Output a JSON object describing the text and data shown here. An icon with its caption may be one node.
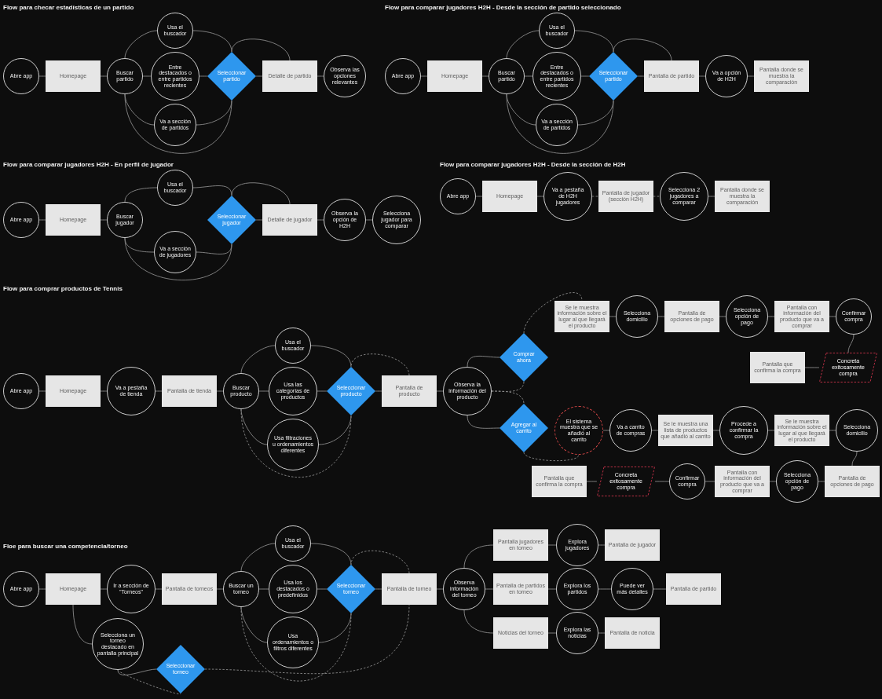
{
  "diagram": {
    "nodes": [
      {
        "text": [
          "Abre app"
        ]
      },
      {
        "text": [
          "Homepage"
        ]
      },
      {
        "text": [
          "Buscar partido"
        ]
      },
      {
        "text": [
          "Usa el buscador"
        ]
      },
      {
        "text": [
          "Entre destacados o entre partidos recientes"
        ]
      },
      {
        "text": [
          "Va a sección de partidos"
        ]
      },
      {
        "text": [
          "Seleccionar partido"
        ]
      },
      {
        "text": [
          "Detalle de partido"
        ]
      },
      {
        "text": [
          "Observa las opciones relevantes"
        ]
      },
      {
        "text": [
          "Abre app"
        ]
      },
      {
        "text": [
          "Homepage"
        ]
      },
      {
        "text": [
          "Buscar jugador"
        ]
      },
      {
        "text": [
          "Usa el buscador"
        ]
      },
      {
        "text": [
          "Va a sección de jugadores"
        ]
      },
      {
        "text": [
          "Seleccionar jugador"
        ]
      },
      {
        "text": [
          "Detalle de jugador"
        ]
      },
      {
        "text": [
          "Observa la opción de H2H"
        ]
      },
      {
        "text": [
          "Selecciona jugador para comparar"
        ]
      },
      {
        "text": [
          "Abre app"
        ]
      },
      {
        "text": [
          "Homepage"
        ]
      },
      {
        "text": [
          "Va a pestaña de H2H jugadores"
        ]
      },
      {
        "text": [
          "Pantalla de jugador (sección H2H)"
        ]
      },
      {
        "text": [
          "Selecciona 2 jugadores a comparar"
        ]
      },
      {
        "text": [
          "Pantalla donde se muestra la comparación"
        ]
      },
      {
        "text": [
          "Abre app"
        ]
      },
      {
        "text": [
          "Homepage"
        ]
      },
      {
        "text": [
          "Buscar partido"
        ]
      },
      {
        "text": [
          "Usa el buscador"
        ]
      },
      {
        "text": [
          "Entre destacados o entre partidos recientes"
        ]
      },
      {
        "text": [
          "Va a sección de partidos"
        ]
      },
      {
        "text": [
          "Seleccionar partido"
        ]
      },
      {
        "text": [
          "Pantalla de partido"
        ]
      },
      {
        "text": [
          "Va a opción de H2H"
        ]
      },
      {
        "text": [
          "Pantalla donde se muestra la comparación"
        ]
      },
      {
        "text": [
          "Abre app"
        ]
      },
      {
        "text": [
          "Homepage"
        ]
      },
      {
        "text": [
          "Va a pestaña de tienda"
        ]
      },
      {
        "text": [
          "Pantalla de tienda"
        ]
      },
      {
        "text": [
          "Buscar producto"
        ]
      },
      {
        "text": [
          "Usa el buscador"
        ]
      },
      {
        "text": [
          "Usa las categorías de productos"
        ]
      },
      {
        "text": [
          "Usa filtraciones u ordenamientos diferentes"
        ]
      },
      {
        "text": [
          "Seleccionar producto"
        ]
      },
      {
        "text": [
          "Pantalla de producto"
        ]
      },
      {
        "text": [
          "Observa la información del producto"
        ]
      },
      {
        "text": [
          "Comprar ahora"
        ]
      },
      {
        "text": [
          "Agregar al carrito"
        ]
      },
      {
        "text": [
          "Se le muestra información sobre el lugar al que llegará el producto"
        ]
      },
      {
        "text": [
          "Selecciona domicilio"
        ]
      },
      {
        "text": [
          "Pantalla de opciones de pago"
        ]
      },
      {
        "text": [
          "Selecciona opción de pago"
        ]
      },
      {
        "text": [
          "Pantalla con información del producto que va a comprar"
        ]
      },
      {
        "text": [
          "Confirmar compra"
        ]
      },
      {
        "text": [
          "Concreta exitosamente compra"
        ]
      },
      {
        "text": [
          "Pantalla que confirma la compra"
        ]
      },
      {
        "text": [
          "El sistema muestra que se añadió al carrito"
        ]
      },
      {
        "text": [
          "Va a carrito de compras"
        ]
      },
      {
        "text": [
          "Se le muestra una lista de productos que añadió al carrito"
        ]
      },
      {
        "text": [
          "Procede a confirmar la compra"
        ]
      },
      {
        "text": [
          "Se le muestra información sobre el lugar al que llegará el producto"
        ]
      },
      {
        "text": [
          "Selecciona domicilio"
        ]
      },
      {
        "text": [
          "Pantalla de opciones de pago"
        ]
      },
      {
        "text": [
          "Selecciona opción de pago"
        ]
      },
      {
        "text": [
          "Pantalla con información del producto que va a comprar"
        ]
      },
      {
        "text": [
          "Confirmar compra"
        ]
      },
      {
        "text": [
          "Concreta exitosamente compra"
        ]
      },
      {
        "text": [
          "Pantalla que confirma la compra"
        ]
      },
      {
        "text": [
          "Abre app"
        ]
      },
      {
        "text": [
          "Homepage"
        ]
      },
      {
        "text": [
          "Ir a sección de \"Torneos\""
        ]
      },
      {
        "text": [
          "Pantalla de torneos"
        ]
      },
      {
        "text": [
          "Buscar un torneo"
        ]
      },
      {
        "text": [
          "Usa el buscador"
        ]
      },
      {
        "text": [
          "Usa los destacados o predefinidos"
        ]
      },
      {
        "text": [
          "Usa ordenamientos o filtros diferentes"
        ]
      },
      {
        "text": [
          "Seleccionar torneo"
        ]
      },
      {
        "text": [
          "Pantalla de torneo"
        ]
      },
      {
        "text": [
          "Observa información del torneo"
        ]
      },
      {
        "text": [
          "Pantalla jugadores en torneo"
        ]
      },
      {
        "text": [
          "Pantalla de partidos en torneo"
        ]
      },
      {
        "text": [
          "Noticias del torneo"
        ]
      },
      {
        "text": [
          "Explora jugadores"
        ]
      },
      {
        "text": [
          "Explora los partidos"
        ]
      },
      {
        "text": [
          "Explora las noticias"
        ]
      },
      {
        "text": [
          "Pantalla de jugador"
        ]
      },
      {
        "text": [
          "Puede ver más detalles"
        ]
      },
      {
        "text": [
          "Pantalla de partido"
        ]
      },
      {
        "text": [
          "Pantalla de noticia"
        ]
      },
      {
        "text": [
          "Selecciona un torneo destacado en pantalla principal"
        ]
      },
      {
        "text": [
          "Seleccionar torneo"
        ]
      }
    ],
    "edges": [
      {
        "from": 0,
        "to": 1,
        "arrow": "none"
      },
      {
        "from": 1,
        "to": 2,
        "arrow": "none"
      },
      {
        "from": 2,
        "to": 3,
        "arrow": "none"
      },
      {
        "from": 2,
        "to": 4,
        "arrow": "none"
      },
      {
        "from": 2,
        "to": 5,
        "arrow": "none"
      },
      {
        "from": 3,
        "to": 6,
        "arrow": "none"
      },
      {
        "from": 4,
        "to": 6,
        "arrow": "none"
      },
      {
        "from": 5,
        "to": 6,
        "arrow": "none"
      },
      {
        "from": 6,
        "to": 7,
        "arrow": "none"
      },
      {
        "from": 7,
        "to": 8,
        "arrow": "none"
      },
      {
        "from": 7,
        "to": 6,
        "arrow": "none"
      },
      {
        "from": 2,
        "to": 6,
        "arrow": "none"
      },
      {
        "from": 9,
        "to": 10,
        "arrow": "none"
      },
      {
        "from": 10,
        "to": 11,
        "arrow": "none"
      },
      {
        "from": 11,
        "to": 12,
        "arrow": "none"
      },
      {
        "from": 11,
        "to": 13,
        "arrow": "none"
      },
      {
        "from": 12,
        "to": 14,
        "arrow": "none"
      },
      {
        "from": 13,
        "to": 14,
        "arrow": "none"
      },
      {
        "from": 14,
        "to": 15,
        "arrow": "none"
      },
      {
        "from": 15,
        "to": 16,
        "arrow": "none"
      },
      {
        "from": 16,
        "to": 17,
        "arrow": "none"
      },
      {
        "from": 15,
        "to": 14,
        "arrow": "none"
      },
      {
        "from": 11,
        "to": 14,
        "arrow": "none"
      },
      {
        "from": 18,
        "to": 19,
        "arrow": "none"
      },
      {
        "from": 19,
        "to": 20,
        "arrow": "none"
      },
      {
        "from": 20,
        "to": 21,
        "arrow": "none",
        "style": "dashed"
      },
      {
        "from": 21,
        "to": 22,
        "arrow": "none",
        "style": "dashed"
      },
      {
        "from": 22,
        "to": 23,
        "arrow": "none"
      },
      {
        "from": 24,
        "to": 25,
        "arrow": "none"
      },
      {
        "from": 25,
        "to": 26,
        "arrow": "none"
      },
      {
        "from": 26,
        "to": 27,
        "arrow": "none"
      },
      {
        "from": 26,
        "to": 28,
        "arrow": "none"
      },
      {
        "from": 26,
        "to": 29,
        "arrow": "none"
      },
      {
        "from": 27,
        "to": 30,
        "arrow": "none"
      },
      {
        "from": 28,
        "to": 30,
        "arrow": "none"
      },
      {
        "from": 29,
        "to": 30,
        "arrow": "none"
      },
      {
        "from": 30,
        "to": 31,
        "arrow": "none"
      },
      {
        "from": 31,
        "to": 32,
        "arrow": "none"
      },
      {
        "from": 32,
        "to": 33,
        "arrow": "none"
      },
      {
        "from": 31,
        "to": 30,
        "arrow": "none"
      },
      {
        "from": 26,
        "to": 30,
        "arrow": "none"
      },
      {
        "from": 34,
        "to": 35,
        "arrow": "none"
      },
      {
        "from": 35,
        "to": 36,
        "arrow": "none"
      },
      {
        "from": 36,
        "to": 37,
        "arrow": "none"
      },
      {
        "from": 37,
        "to": 38,
        "arrow": "none"
      },
      {
        "from": 38,
        "to": 39,
        "arrow": "none"
      },
      {
        "from": 38,
        "to": 40,
        "arrow": "none"
      },
      {
        "from": 38,
        "to": 41,
        "arrow": "none"
      },
      {
        "from": 39,
        "to": 42,
        "arrow": "none"
      },
      {
        "from": 40,
        "to": 42,
        "arrow": "none"
      },
      {
        "from": 41,
        "to": 42,
        "arrow": "none"
      },
      {
        "from": 42,
        "to": 43,
        "arrow": "none"
      },
      {
        "from": 43,
        "to": 44,
        "arrow": "none"
      },
      {
        "from": 43,
        "to": 42,
        "arrow": "none",
        "style": "dashed"
      },
      {
        "from": 38,
        "to": 42,
        "arrow": "none",
        "style": "dashed"
      },
      {
        "from": 44,
        "to": 45,
        "arrow": "none"
      },
      {
        "from": 44,
        "to": 46,
        "arrow": "none"
      },
      {
        "from": 44,
        "to": 45,
        "arrow": "none",
        "style": "dashed"
      },
      {
        "from": 44,
        "to": 46,
        "arrow": "none",
        "style": "dashed"
      },
      {
        "from": 45,
        "to": 47,
        "arrow": "none",
        "style": "dashed"
      },
      {
        "from": 46,
        "to": 55,
        "arrow": "none",
        "style": "dashed"
      },
      {
        "from": 47,
        "to": 48,
        "arrow": "none"
      },
      {
        "from": 48,
        "to": 49,
        "arrow": "none"
      },
      {
        "from": 49,
        "to": 50,
        "arrow": "none"
      },
      {
        "from": 50,
        "to": 51,
        "arrow": "none"
      },
      {
        "from": 51,
        "to": 52,
        "arrow": "none"
      },
      {
        "from": 52,
        "to": 53,
        "arrow": "none"
      },
      {
        "from": 53,
        "to": 54,
        "arrow": "none"
      },
      {
        "from": 55,
        "to": 56,
        "arrow": "none"
      },
      {
        "from": 56,
        "to": 57,
        "arrow": "none"
      },
      {
        "from": 57,
        "to": 58,
        "arrow": "none"
      },
      {
        "from": 58,
        "to": 59,
        "arrow": "none"
      },
      {
        "from": 59,
        "to": 60,
        "arrow": "none"
      },
      {
        "from": 60,
        "to": 61,
        "arrow": "none"
      },
      {
        "from": 61,
        "to": 62,
        "arrow": "none"
      },
      {
        "from": 62,
        "to": 63,
        "arrow": "none"
      },
      {
        "from": 63,
        "to": 64,
        "arrow": "none"
      },
      {
        "from": 64,
        "to": 65,
        "arrow": "none"
      },
      {
        "from": 65,
        "to": 66,
        "arrow": "none"
      },
      {
        "from": 67,
        "to": 68,
        "arrow": "none"
      },
      {
        "from": 68,
        "to": 69,
        "arrow": "none"
      },
      {
        "from": 69,
        "to": 70,
        "arrow": "none"
      },
      {
        "from": 70,
        "to": 71,
        "arrow": "none"
      },
      {
        "from": 71,
        "to": 72,
        "arrow": "none"
      },
      {
        "from": 71,
        "to": 73,
        "arrow": "none"
      },
      {
        "from": 71,
        "to": 74,
        "arrow": "none"
      },
      {
        "from": 72,
        "to": 75,
        "arrow": "none"
      },
      {
        "from": 73,
        "to": 75,
        "arrow": "none"
      },
      {
        "from": 74,
        "to": 75,
        "arrow": "none"
      },
      {
        "from": 75,
        "to": 76,
        "arrow": "none"
      },
      {
        "from": 76,
        "to": 75,
        "arrow": "none",
        "style": "dashed"
      },
      {
        "from": 71,
        "to": 75,
        "arrow": "none",
        "style": "dashed"
      },
      {
        "from": 76,
        "to": 77,
        "arrow": "none"
      },
      {
        "from": 77,
        "to": 78,
        "arrow": "none"
      },
      {
        "from": 77,
        "to": 79,
        "arrow": "none"
      },
      {
        "from": 77,
        "to": 80,
        "arrow": "none"
      },
      {
        "from": 78,
        "to": 81,
        "arrow": "none"
      },
      {
        "from": 79,
        "to": 82,
        "arrow": "none"
      },
      {
        "from": 80,
        "to": 83,
        "arrow": "none"
      },
      {
        "from": 81,
        "to": 84,
        "arrow": "none"
      },
      {
        "from": 82,
        "to": 85,
        "arrow": "none"
      },
      {
        "from": 85,
        "to": 86,
        "arrow": "none"
      },
      {
        "from": 83,
        "to": 87,
        "arrow": "none"
      },
      {
        "from": 68,
        "to": 88,
        "arrow": "none"
      },
      {
        "from": 88,
        "to": 89,
        "arrow": "none"
      },
      {
        "from": 89,
        "to": 76,
        "arrow": "none",
        "style": "dashed"
      },
      {
        "from": 88,
        "to": 89,
        "arrow": "none",
        "style": "dashed"
      }
    ],
    "labels": [
      "Flow para checar estadísticas de un partido",
      "Flow para comparar jugadores H2H - En perfil de jugador",
      "Flow para comparar jugadores H2H - Desde la sección de H2H",
      "Flow para comparar jugadores H2H - Desde la sección de partido seleccionado",
      "Flow para comprar productos de Tennis",
      "Floe para buscar una competencia/torneo"
    ]
  }
}
